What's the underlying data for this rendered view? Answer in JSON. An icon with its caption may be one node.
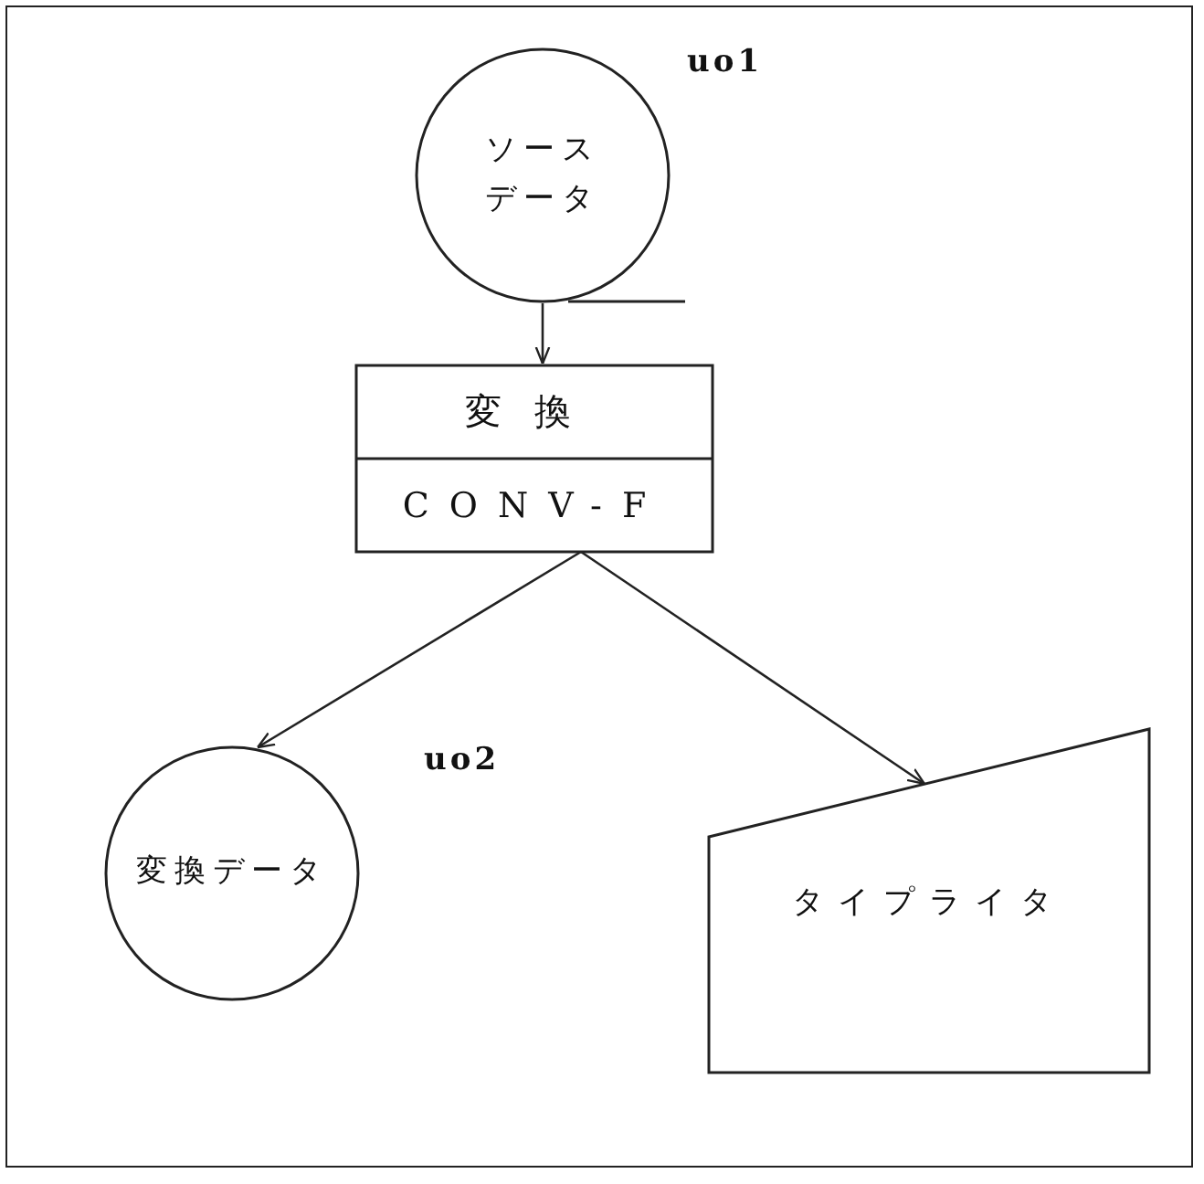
{
  "diagram": {
    "nodes": [
      {
        "text": [
          "ソースデータ"
        ],
        "beside": [
          "uo1"
        ]
      },
      {
        "text": [
          "変換",
          "CONV-F"
        ]
      },
      {
        "text": [
          "変換データ"
        ],
        "beside": [
          "uo2"
        ]
      },
      {
        "text": [
          "タイプライタ"
        ]
      }
    ],
    "edges": [
      {
        "from": 0,
        "to": 1,
        "arrow": "to"
      },
      {
        "from": 1,
        "to": 2,
        "arrow": "to"
      },
      {
        "from": 1,
        "to": 3,
        "arrow": "to"
      }
    ]
  }
}
